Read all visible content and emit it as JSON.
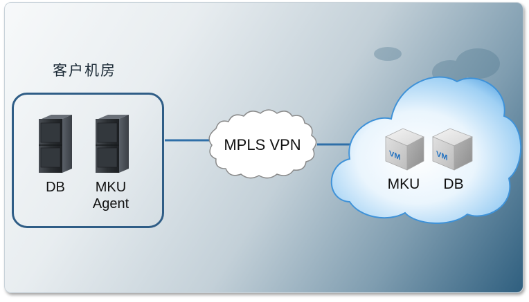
{
  "site": {
    "title": "客户机房",
    "server_labels": {
      "db": "DB",
      "mku_line1": "MKU",
      "mku_line2": "Agent"
    }
  },
  "link": {
    "label": "MPLS VPN"
  },
  "cloud": {
    "vm_badge": "VM",
    "vm_labels": {
      "mku": "MKU",
      "db": "DB"
    }
  },
  "colors": {
    "box_border": "#2f5d86",
    "link_line": "#2f6fa8",
    "cloud_blue": "#5aa8e6",
    "server_dark": "#2a2d30"
  }
}
